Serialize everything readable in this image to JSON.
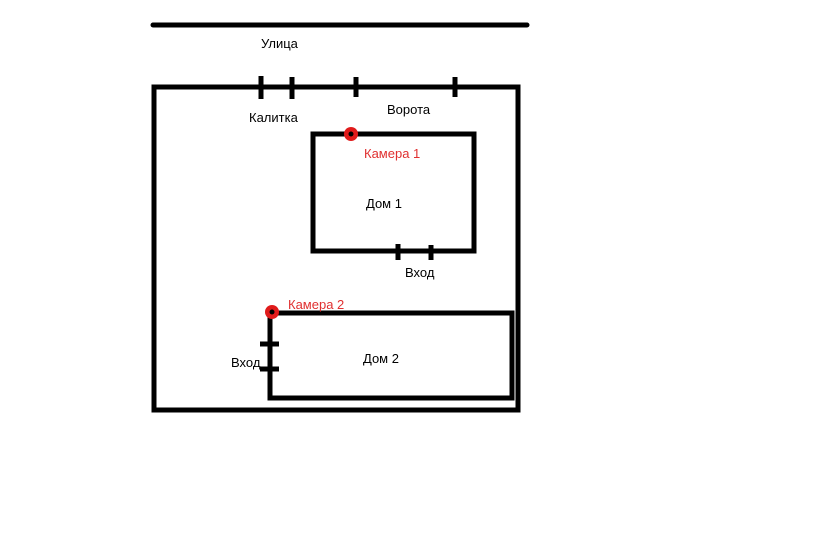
{
  "diagram": {
    "labels": {
      "street": "Улица",
      "wicket": "Калитка",
      "gate": "Ворота",
      "house1": "Дом 1",
      "house1_entrance": "Вход",
      "house2": "Дом 2",
      "house2_entrance": "Вход"
    },
    "cameras": [
      {
        "label": "Камера 1"
      },
      {
        "label": "Камера 2"
      }
    ],
    "colors": {
      "lines": "#000000",
      "camera_marker": "#e01b1b",
      "camera_label": "#e03030"
    }
  }
}
